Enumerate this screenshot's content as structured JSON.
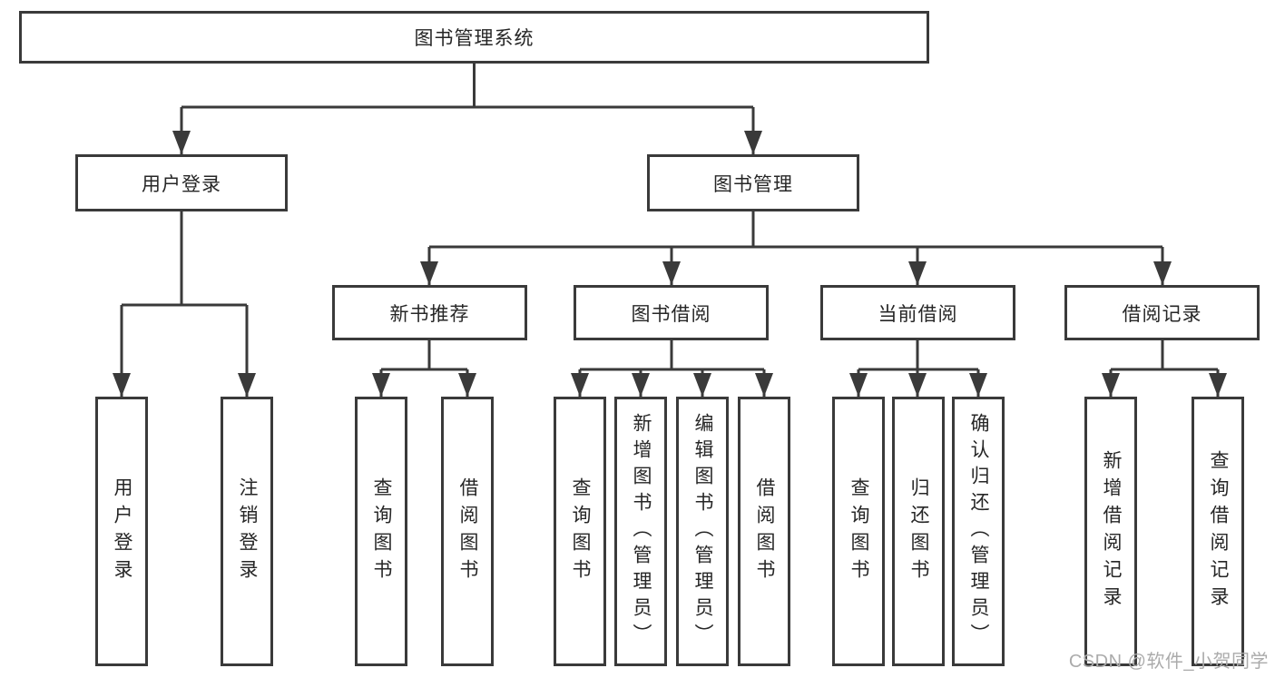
{
  "diagram_title": "图书管理系统",
  "tree": {
    "root": {
      "label": "图书管理系统",
      "children": [
        {
          "label": "用户登录",
          "children": [
            {
              "label": "用户登录"
            },
            {
              "label": "注销登录"
            }
          ]
        },
        {
          "label": "图书管理",
          "children": [
            {
              "label": "新书推荐",
              "children": [
                {
                  "label": "查询图书"
                },
                {
                  "label": "借阅图书"
                }
              ]
            },
            {
              "label": "图书借阅",
              "children": [
                {
                  "label": "查询图书"
                },
                {
                  "label": "新增图书（管理员）"
                },
                {
                  "label": "编辑图书（管理员）"
                },
                {
                  "label": "借阅图书"
                }
              ]
            },
            {
              "label": "当前借阅",
              "children": [
                {
                  "label": "查询图书"
                },
                {
                  "label": "归还图书"
                },
                {
                  "label": "确认归还（管理员）"
                }
              ]
            },
            {
              "label": "借阅记录",
              "children": [
                {
                  "label": "新增借阅记录"
                },
                {
                  "label": "查询借阅记录"
                }
              ]
            }
          ]
        }
      ]
    }
  },
  "watermark": {
    "text": "CSDN @软件_小贺同学"
  },
  "colors": {
    "line": "#3a3a3a",
    "box_border": "#3a3a3a",
    "text": "#262626",
    "watermark": "#ababab",
    "background": "#ffffff"
  }
}
